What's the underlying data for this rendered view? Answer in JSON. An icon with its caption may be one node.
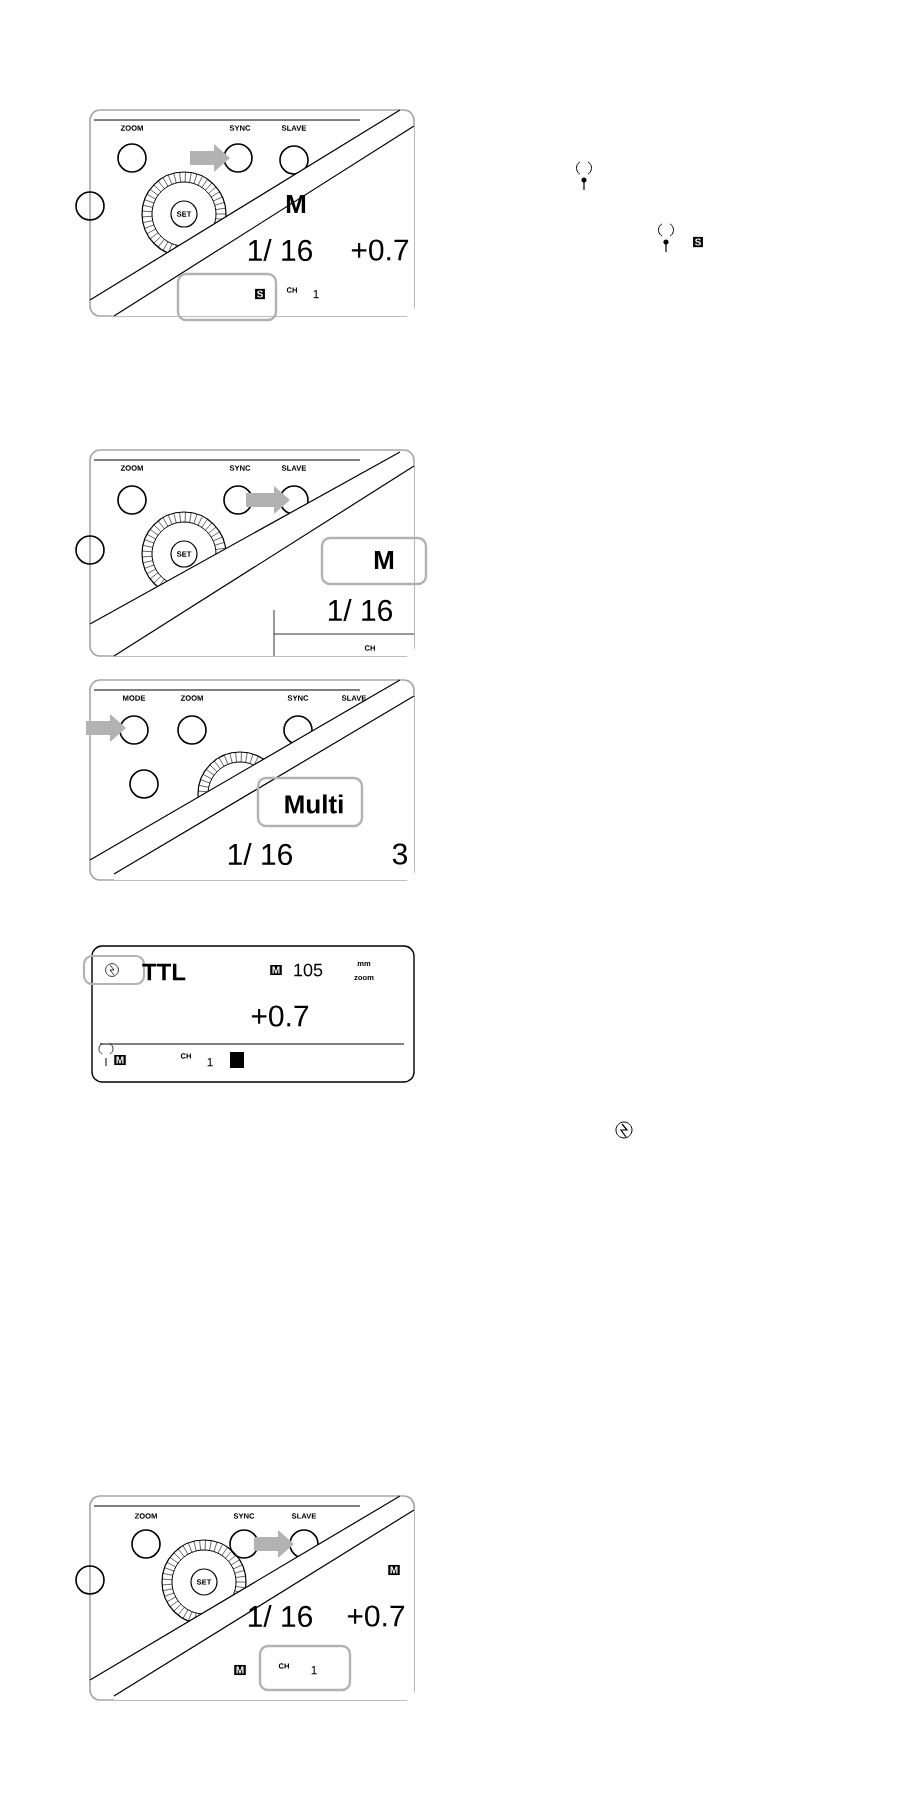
{
  "diagram": {
    "labels": [
      "ZOOM",
      "SYNC",
      "SLAVE",
      "SET",
      "M",
      "1/ 16",
      "+0.7",
      "S",
      "CH",
      "1",
      "ZOOM",
      "SYNC",
      "SLAVE",
      "SET",
      "M",
      "1/ 16",
      "CH",
      "MODE",
      "ZOOM",
      "SYNC",
      "SLAVE",
      "Multi",
      "1/ 16",
      "3",
      "TTL",
      "M",
      "105",
      "mm",
      "zoom",
      "+0.7",
      "M",
      "CH",
      "1",
      "ZOOM",
      "SYNC",
      "SLAVE",
      "SET",
      "M",
      "1/ 16",
      "+0.7",
      "M",
      "CH",
      "1",
      "S"
    ]
  }
}
